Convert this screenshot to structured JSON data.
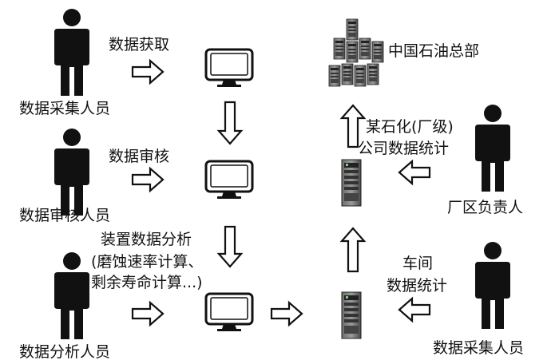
{
  "nodes": {
    "collector_left": "数据采集人员",
    "reviewer": "数据审核人员",
    "analyst": "数据分析人员",
    "collector_right": "数据采集人员",
    "plant_manager": "厂区负责人",
    "hq": "中国石油总部"
  },
  "edges": {
    "acquire": "数据获取",
    "review": "数据审核",
    "analysis_title": "装置数据分析",
    "analysis_detail_1": "(磨蚀速率计算、",
    "analysis_detail_2": "剩余寿命计算...)",
    "workshop_1": "车间",
    "workshop_2": "数据统计",
    "company_1": "某石化(厂级)",
    "company_2": "公司数据统计"
  },
  "icons": {
    "person": "person-icon",
    "monitor": "monitor-icon",
    "server": "server-icon",
    "server_cluster": "server-cluster-icon",
    "arrow": "hollow-arrow-icon"
  }
}
